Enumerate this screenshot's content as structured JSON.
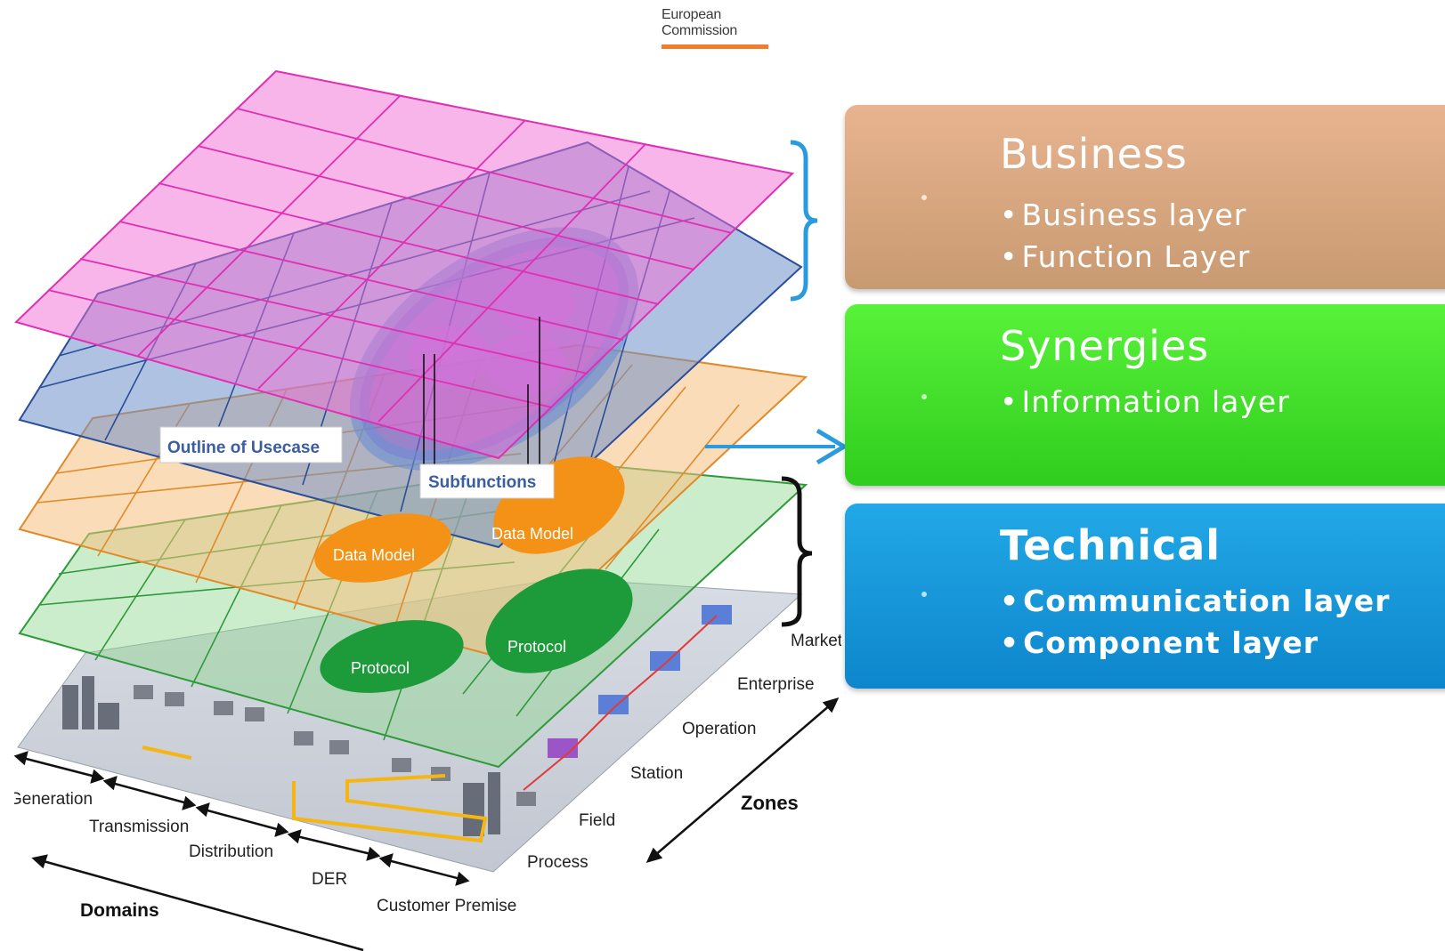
{
  "logo": {
    "line1": "European",
    "line2": "Commission"
  },
  "diagram": {
    "callouts": {
      "outline": "Outline of Usecase",
      "subfunctions": "Subfunctions"
    },
    "ellipses": {
      "data_model_left": "Data Model",
      "data_model_right": "Data Model",
      "protocol_left": "Protocol",
      "protocol_right": "Protocol"
    },
    "domains": {
      "axis_label": "Domains",
      "items": [
        "Generation",
        "Transmission",
        "Distribution",
        "DER",
        "Customer Premise"
      ]
    },
    "zones": {
      "axis_label": "Zones",
      "items": [
        "Process",
        "Field",
        "Station",
        "Operation",
        "Enterprise",
        "Market"
      ]
    }
  },
  "layers": {
    "business": {
      "title": "Business",
      "items": [
        "Business layer",
        "Function Layer"
      ],
      "color": "#d9a882"
    },
    "synergies": {
      "title": "Synergies",
      "items": [
        "Information layer"
      ],
      "color": "#3ee02a"
    },
    "technical": {
      "title": "Technical",
      "items": [
        "Communication layer",
        "Component layer"
      ],
      "color": "#1596d8"
    }
  },
  "colors": {
    "business_plane": "#f06cd4",
    "function_plane": "#6f8fc9",
    "information_plane": "#f6c07e",
    "communication_plane": "#8fd88f",
    "component_plane": "#d7dbe3",
    "bracket_blue": "#2b9be0",
    "arrow_blue": "#2b9be0",
    "data_model": "#f39217",
    "protocol": "#1d9a3a"
  }
}
